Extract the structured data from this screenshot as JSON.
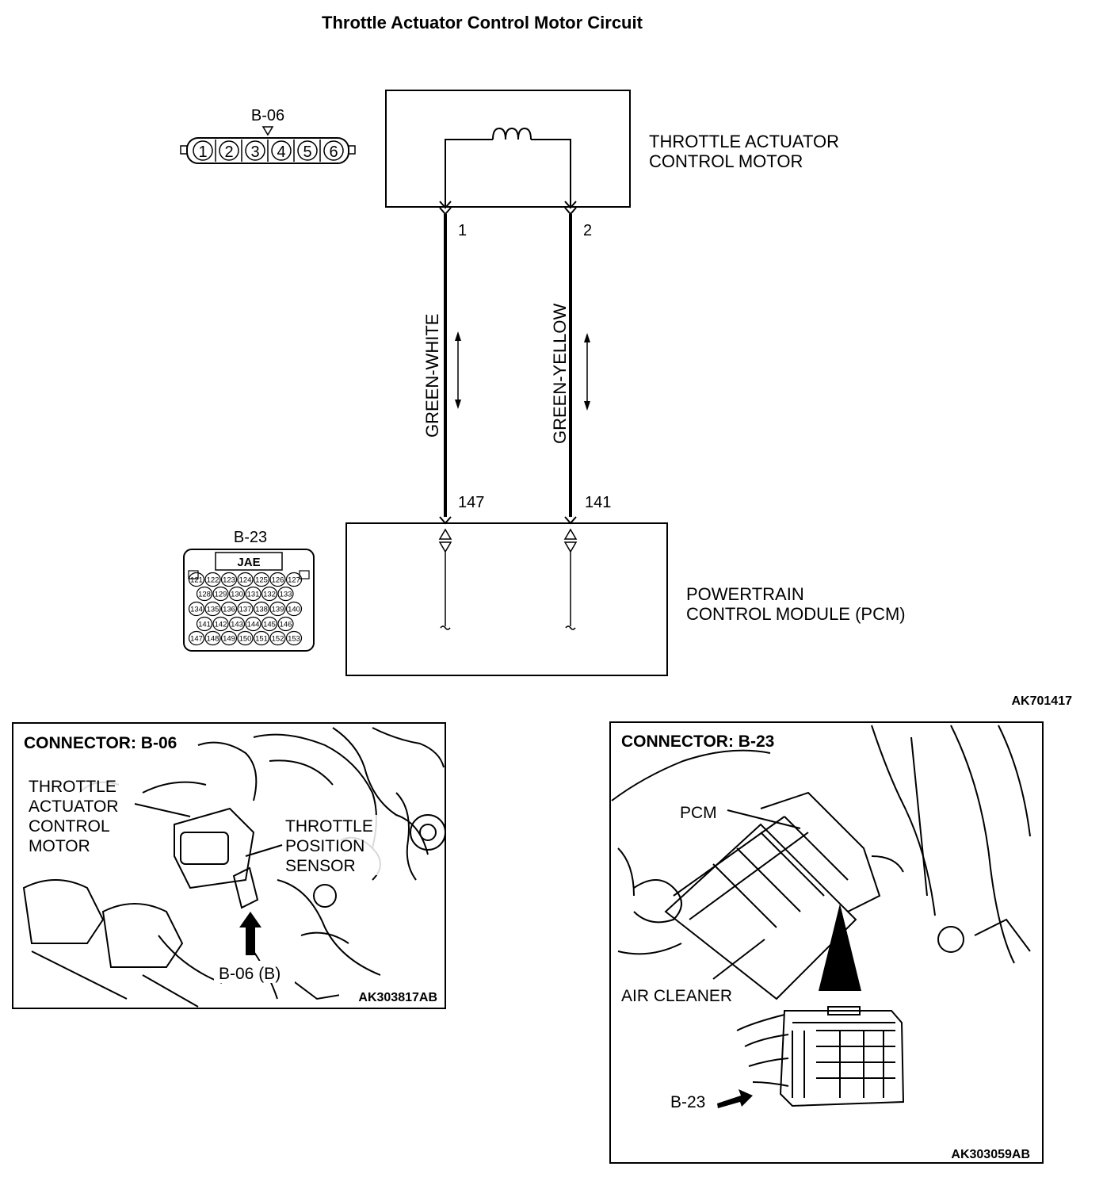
{
  "title": "Throttle Actuator Control Motor Circuit",
  "diagram_id": "AK701417",
  "connector_b06": {
    "label": "B-06",
    "pins": [
      "1",
      "2",
      "3",
      "4",
      "5",
      "6"
    ]
  },
  "motor": {
    "label_line1": "THROTTLE ACTUATOR",
    "label_line2": "CONTROL MOTOR",
    "terminal_1": "1",
    "terminal_2": "2"
  },
  "wires": {
    "left_color": "GREEN-WHITE",
    "right_color": "GREEN-YELLOW"
  },
  "pcm": {
    "label_line1": "POWERTRAIN",
    "label_line2": "CONTROL MODULE (PCM)",
    "terminal_left": "147",
    "terminal_right": "141"
  },
  "connector_b23": {
    "label": "B-23",
    "maker": "JAE",
    "rows": [
      [
        "121",
        "122",
        "123",
        "124",
        "125",
        "126",
        "127"
      ],
      [
        "128",
        "129",
        "130",
        "131",
        "132",
        "133"
      ],
      [
        "134",
        "135",
        "136",
        "137",
        "138",
        "139",
        "140"
      ],
      [
        "141",
        "142",
        "143",
        "144",
        "145",
        "146"
      ],
      [
        "147",
        "148",
        "149",
        "150",
        "151",
        "152",
        "153"
      ]
    ]
  },
  "photo_left": {
    "heading": "CONNECTOR: B-06",
    "callout_motor": [
      "THROTTLE",
      "ACTUATOR",
      "CONTROL",
      "MOTOR"
    ],
    "callout_sensor": [
      "THROTTLE",
      "POSITION",
      "SENSOR"
    ],
    "connector_label": "B-06 (B)",
    "code": "AK303817AB"
  },
  "photo_right": {
    "heading": "CONNECTOR: B-23",
    "callout_pcm": "PCM",
    "callout_air": "AIR CLEANER",
    "connector_label": "B-23",
    "code": "AK303059AB"
  }
}
